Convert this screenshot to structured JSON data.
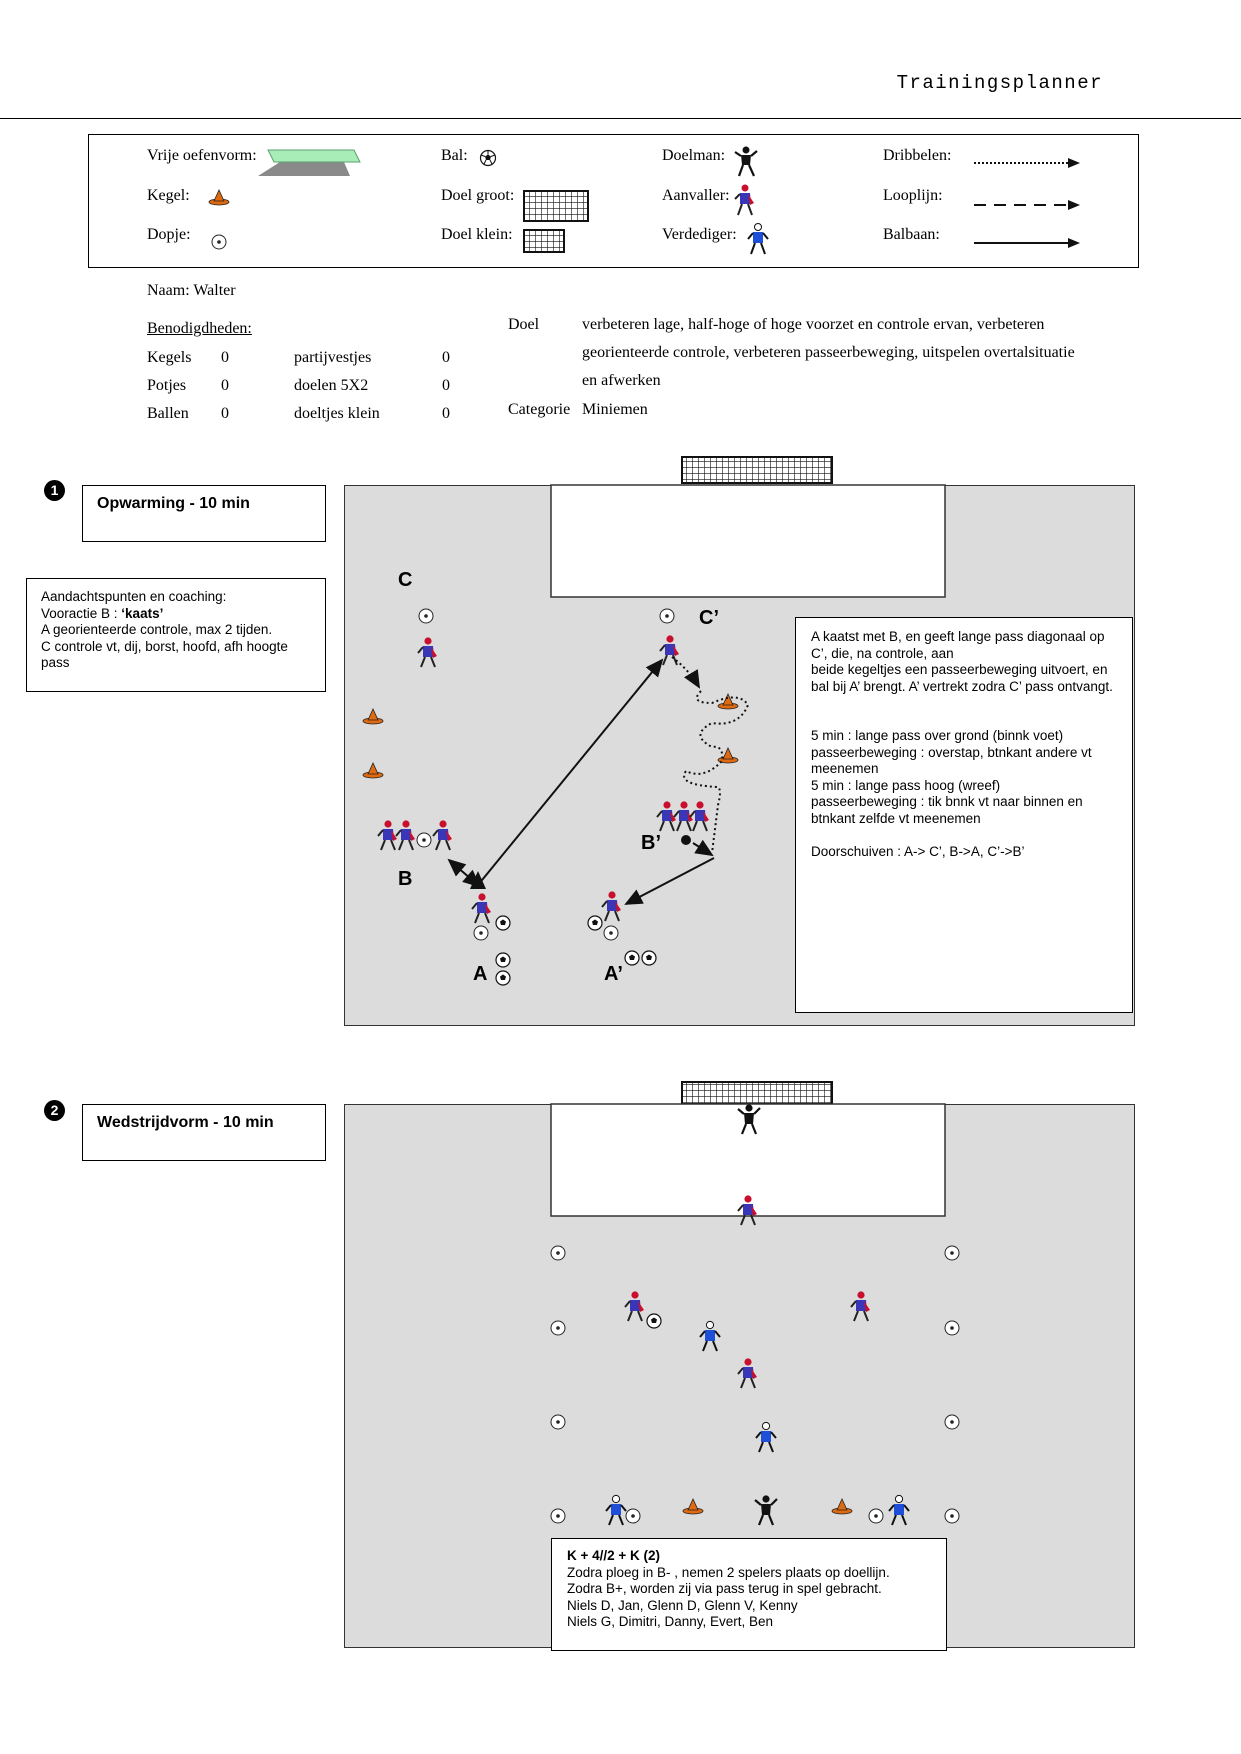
{
  "header": {
    "title": "Trainingsplanner"
  },
  "legend": {
    "vrije_oefenvorm": "Vrije oefenvorm:",
    "kegel": "Kegel:",
    "dopje": "Dopje:",
    "bal": "Bal:",
    "doel_groot": "Doel groot:",
    "doel_klein": "Doel klein:",
    "doelman": "Doelman:",
    "aanvaller": "Aanvaller:",
    "verdediger": "Verdediger:",
    "dribbelen": "Dribbelen:",
    "looplijn": "Looplijn:",
    "balbaan": "Balbaan:"
  },
  "info": {
    "naam": "Naam: Walter",
    "benodigdheden": "Benodigdheden:",
    "materials": [
      {
        "label": "Kegels",
        "value": "0",
        "label2": "partijvestjes",
        "value2": "0"
      },
      {
        "label": "Potjes",
        "value": "0",
        "label2": "doelen 5X2",
        "value2": "0"
      },
      {
        "label": "Ballen",
        "value": "0",
        "label2": "doeltjes klein",
        "value2": "0"
      }
    ],
    "doel_label": "Doel",
    "doel_lines": [
      "verbeteren lage, half-hoge of hoge voorzet en controle ervan, verbeteren",
      "georienteerde controle, verbeteren passeerbeweging, uitspelen overtalsituatie",
      "en afwerken"
    ],
    "categorie_label": "Categorie",
    "categorie_value": "Miniemen"
  },
  "drill1": {
    "number": "1",
    "title": "Opwarming - 10 min",
    "coaching_lines": [
      "Aandachtspunten en coaching:",
      "Vooractie B : ",
      "‘kaats’",
      "A georienteerde controle, max 2 tijden.",
      "C controle vt, dij, borst, hoofd, afh hoogte pass"
    ],
    "labels": {
      "c": "C",
      "c_prime": "C’",
      "b": "B",
      "b_prime": "B’",
      "a": "A",
      "a_prime": "A’"
    },
    "description": "A kaatst met B, en geeft lange pass diagonaal op C’, die, na controle, aan\nbeide kegeltjes een passeerbeweging uitvoert, en bal bij A’ brengt.  A’ vertrekt zodra C’ pass ontvangt.\n\n\n5 min : lange pass over grond (binnk voet)\npasseerbeweging : overstap, btnkant andere vt meenemen\n5 min : lange pass hoog (wreef)\npasseerbeweging : tik bnnk vt naar binnen en btnkant zelfde vt meenemen\n\nDoorschuiven : A-> C’, B->A, C’->B’"
  },
  "drill2": {
    "number": "2",
    "title": "Wedstrijdvorm - 10 min",
    "description_title": "K + 4//2 + K (2)",
    "description": "Zodra ploeg in B- , nemen 2 spelers plaats op doellijn.\nZodra B+, worden zij via pass terug in spel gebracht.\nNiels D, Jan, Glenn D, Glenn V, Kenny\nNiels G, Dimitri, Danny, Evert, Ben"
  },
  "colors": {
    "field": "#dcdcdc",
    "attacker": "#c8102e",
    "attacker_shirt": "#3a36b8",
    "defender": "#1e4fd8",
    "cone": "#e06a10",
    "free_form": "#a8ecb8"
  }
}
